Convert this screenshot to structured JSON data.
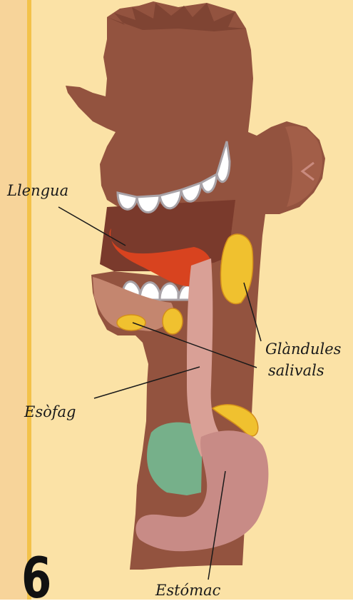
{
  "labels": {
    "tongue": "Llengua",
    "salivary_glands_line1": "Glàndules",
    "salivary_glands_line2": "salivals",
    "esophagus": "Esòfag",
    "stomach": "Estómac"
  },
  "page_number": "6",
  "colors": {
    "background": "#fbe2a6",
    "left_strip": "#f7d49a",
    "left_strip_edge": "#f3c24a",
    "skin": "#93533f",
    "skin_dark": "#7f4433",
    "tongue": "#d8431f",
    "teeth": "#ffffff",
    "glands": "#f0c12f",
    "esophagus": "#d9a096",
    "stomach": "#c88b86",
    "liver_green": "#76b08a",
    "text": "#1a1a1a"
  }
}
